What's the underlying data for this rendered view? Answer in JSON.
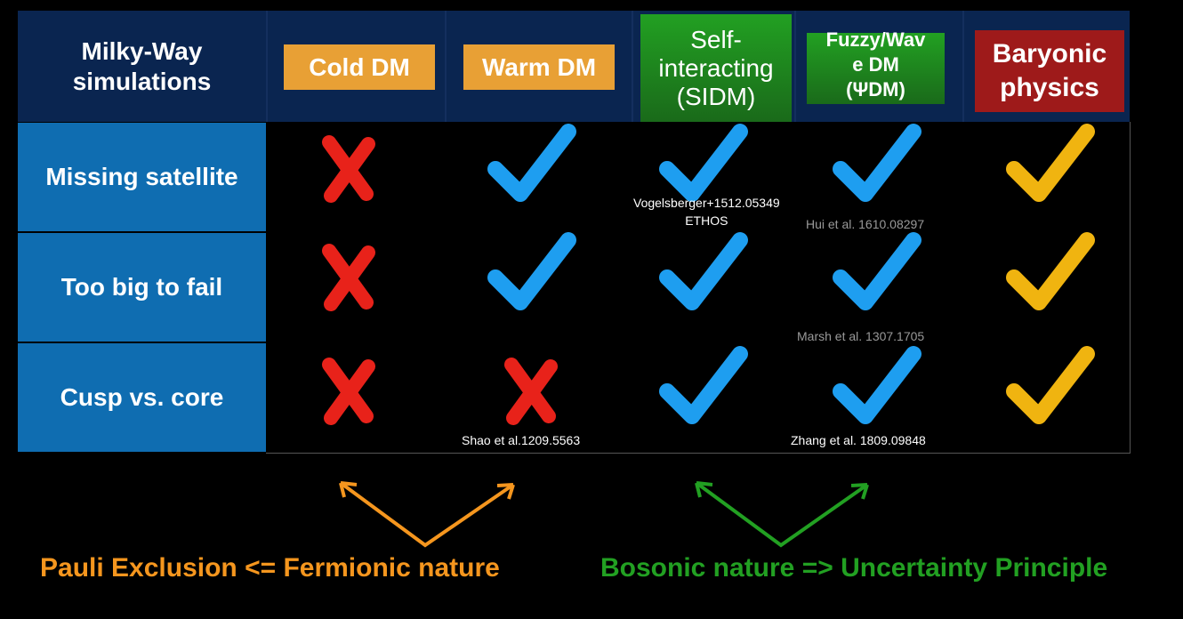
{
  "corner": [
    "Milky-Way",
    "simulations"
  ],
  "columns": [
    {
      "label": "Cold DM",
      "color": "#e8a035"
    },
    {
      "label": "Warm DM",
      "color": "#e8a035"
    },
    {
      "label": [
        "Self-",
        "interacting",
        "(SIDM)"
      ],
      "color": "#1f8f1f"
    },
    {
      "label": [
        "Fuzzy/Wav",
        "e DM",
        "(ΨDM)"
      ],
      "color": "#1f8f1f"
    },
    {
      "label": [
        "Baryonic",
        "physics"
      ],
      "color": "#9e1a1a"
    }
  ],
  "rows": [
    {
      "label": "Missing satellite",
      "marks": [
        "cross",
        "check",
        "check",
        "check",
        "check"
      ]
    },
    {
      "label": "Too big to fail",
      "marks": [
        "cross",
        "check",
        "check",
        "check",
        "check"
      ]
    },
    {
      "label": "Cusp vs. core",
      "marks": [
        "cross",
        "cross",
        "check",
        "check",
        "check"
      ]
    }
  ],
  "colors": {
    "cross": "#e8221a",
    "check": "#1e9ef0",
    "check_baryonic": "#f0b410",
    "orange": "#f5961e",
    "green": "#22a022"
  },
  "citations": {
    "sidm": [
      "Vogelsberger+1512.05349",
      "ETHOS"
    ],
    "fuzzy1": "Hui et al. 1610.08297",
    "fuzzy2": "Marsh et al. 1307.1705",
    "warm": "Shao et al.1209.5563",
    "fuzzy3": "Zhang et al. 1809.09848"
  },
  "footer": {
    "left": "Pauli Exclusion <= Fermionic nature",
    "right": "Bosonic nature => Uncertainty Principle"
  }
}
